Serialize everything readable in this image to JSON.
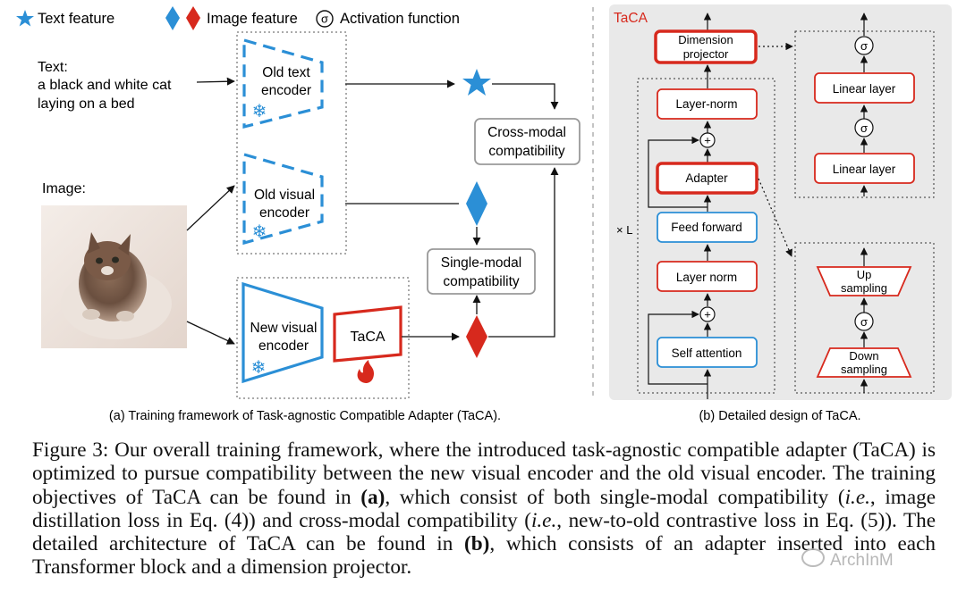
{
  "legend": {
    "text_feature": "Text feature",
    "image_feature": "Image feature",
    "activation": "Activation function",
    "activation_symbol": "σ"
  },
  "panel_a": {
    "text_label": "Text:",
    "text_line1": "a black and white cat",
    "text_line2": "laying on a bed",
    "image_label": "Image:",
    "old_text_encoder": [
      "Old text",
      "encoder"
    ],
    "old_visual_encoder": [
      "Old visual",
      "encoder"
    ],
    "new_visual_encoder": [
      "New visual",
      "encoder"
    ],
    "taca": "TaCA",
    "cross_modal": [
      "Cross-modal",
      "compatibility"
    ],
    "single_modal": [
      "Single-modal",
      "compatibility"
    ],
    "caption": "(a) Training framework of Task-agnostic Compatible Adapter (TaCA)."
  },
  "panel_b": {
    "title": "TaCA",
    "dimension_projector": [
      "Dimension",
      "projector"
    ],
    "layer_norm_top": "Layer-norm",
    "adapter": "Adapter",
    "feed_forward": "Feed forward",
    "layer_norm": "Layer norm",
    "self_attention": "Self attention",
    "repeat": "× L",
    "linear_layer": "Linear layer",
    "up_sampling": [
      "Up",
      "sampling"
    ],
    "down_sampling": [
      "Down",
      "sampling"
    ],
    "plus": "+",
    "sigma": "σ",
    "caption": "(b) Detailed design of TaCA."
  },
  "colors": {
    "red": "#d7291d",
    "blue": "#2b8fd6",
    "panel_bg": "#e9e9e9",
    "grey_border": "#9a9a9a"
  },
  "caption": {
    "label": "Figure 3:",
    "p1": " Our overall training framework, where the introduced task-agnostic compatible adapter (TaCA) is optimized to pursue compatibility between the new visual encoder and the old visual encoder. The training objectives of TaCA can be found in ",
    "a": "(a)",
    "p2": ", which consist of both single-modal compatibility (",
    "ie1": "i.e.",
    "p3": ", image distillation loss in Eq. (4)) and cross-modal compatibility (",
    "ie2": "i.e.",
    "p4": ", new-to-old contrastive loss in Eq. (5)). The detailed architecture of TaCA can be found in ",
    "b": "(b)",
    "p5": ", which consists of an adapter inserted into each Transformer block and a dimension projector."
  },
  "watermark": "ArchInM"
}
